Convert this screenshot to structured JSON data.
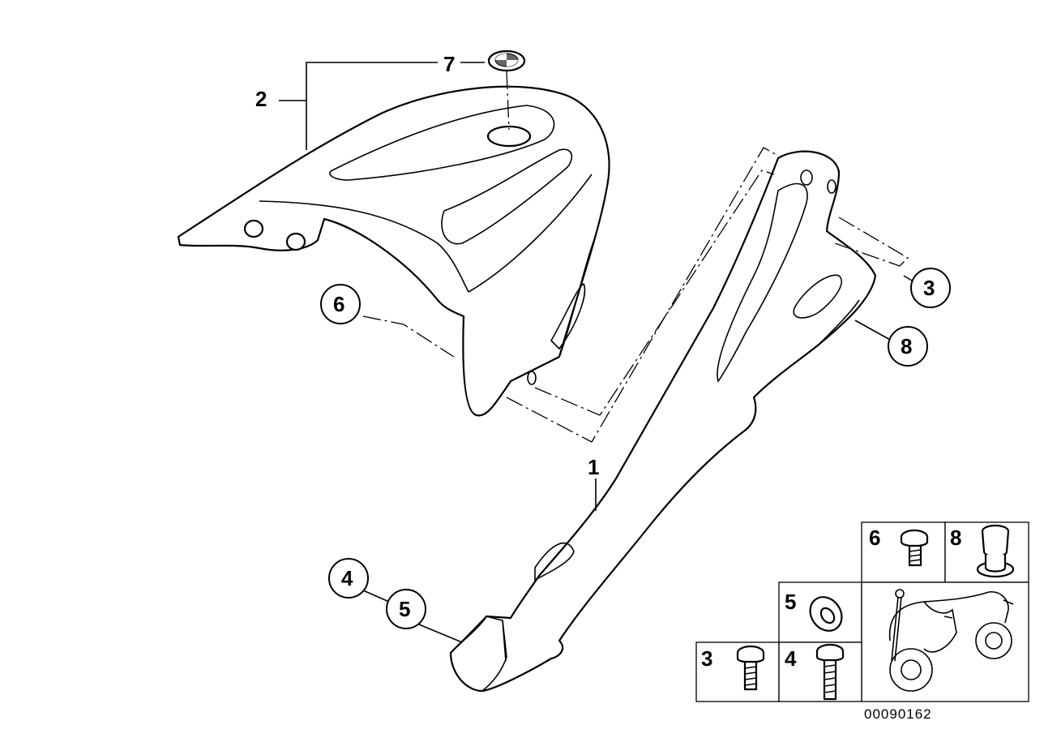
{
  "callouts": {
    "c1": "1",
    "c2": "2",
    "c3": "3",
    "c4": "4",
    "c5": "5",
    "c6": "6",
    "c7": "7",
    "c8": "8"
  },
  "legend": {
    "cell_6": "6",
    "cell_8": "8",
    "cell_5": "5",
    "cell_3": "3",
    "cell_4": "4"
  },
  "diagram_code": "00090162"
}
